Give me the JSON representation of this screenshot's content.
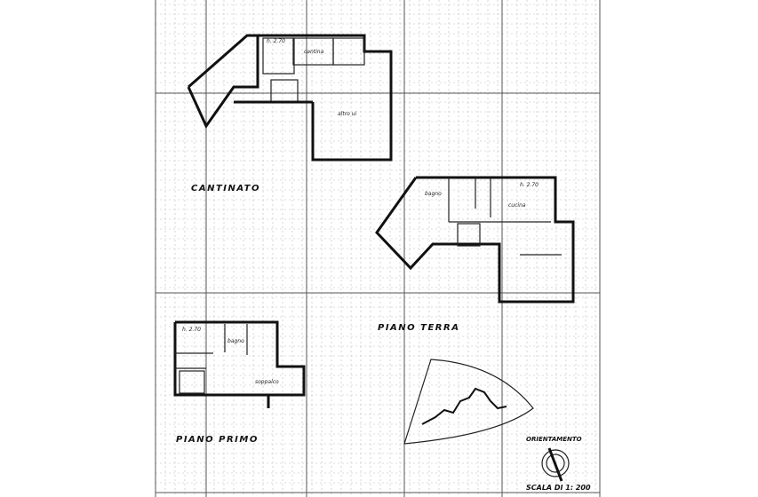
{
  "plan": {
    "basement_label": "CANTINATO",
    "ground_label": "PIANO TERRA",
    "first_label": "PIANO PRIMO",
    "orientation_label": "ORIENTAMENTO",
    "scale_label": "SCALA DI 1: 200",
    "rooms": {
      "basement_height": "h. 2.70",
      "cantina": "cantina",
      "altro": "altro ui",
      "ground_height": "h. 2.70",
      "bagno": "bagno",
      "cucina": "cucina",
      "first_height": "h. 2.70",
      "first_bagno": "bagno",
      "soppalco": "soppalco"
    }
  }
}
